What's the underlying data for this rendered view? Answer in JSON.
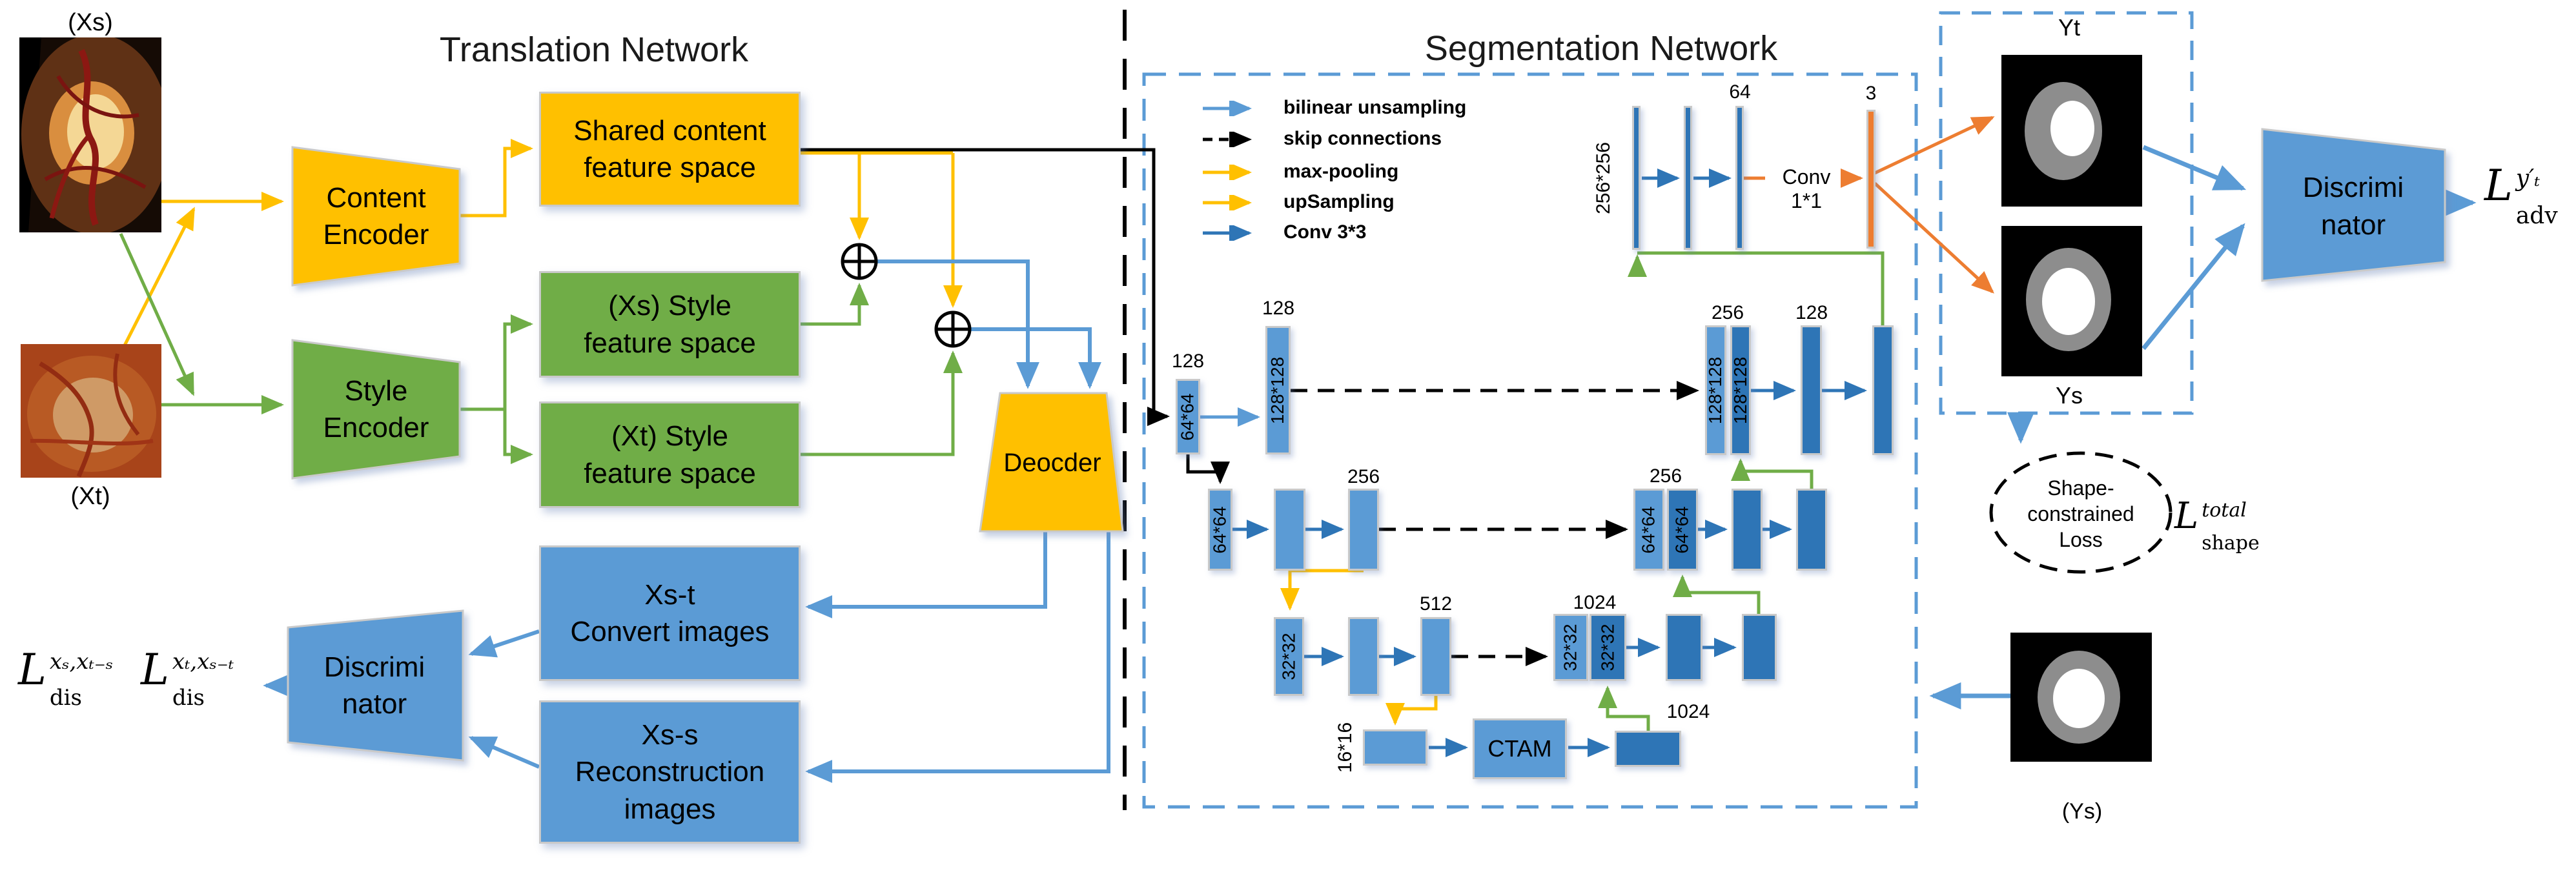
{
  "colors": {
    "yellow": "#FFC000",
    "green": "#70AD47",
    "blue": "#5B9BD5",
    "dark_blue": "#2E75B6",
    "orange": "#ED7D31",
    "dashed_box": "#5B9BD5"
  },
  "translation": {
    "title": "Translation Network",
    "xs_image_label": "(Xs)",
    "xt_image_label": "(Xt)",
    "content_encoder": {
      "line1": "Content",
      "line2": "Encoder"
    },
    "style_encoder": {
      "line1": "Style",
      "line2": "Encoder"
    },
    "shared_content_box": {
      "line1": "Shared content",
      "line2": "feature space"
    },
    "xs_style_box": {
      "line1": "(Xs) Style",
      "line2": "feature space"
    },
    "xt_style_box": {
      "line1": "(Xt) Style",
      "line2": "feature space"
    },
    "convert_box": {
      "line1": "Xs-t",
      "line2": "Convert images"
    },
    "reconstruction_box": {
      "line1": "Xs-s",
      "line2": "Reconstruction",
      "line3": "images"
    },
    "discriminator": {
      "line1": "Discrimi",
      "line2": "nator"
    },
    "decoder_label": "Deocder",
    "loss_dis_1": {
      "base": "L",
      "sup": "xₛ,xₜ₋ₛ",
      "sub": "dis"
    },
    "loss_dis_2": {
      "base": "L",
      "sup": "xₜ,xₛ₋ₜ",
      "sub": "dis"
    }
  },
  "segmentation": {
    "title": "Segmentation Network",
    "legend": [
      {
        "label": "bilinear unsampling",
        "color": "#5B9BD5",
        "style": "solid"
      },
      {
        "label": "skip connections",
        "color": "#000000",
        "style": "dashed"
      },
      {
        "label": "max-pooling",
        "color": "#FFC000",
        "style": "solid"
      },
      {
        "label": "upSampling",
        "color": "#FFC000",
        "style": "solid"
      },
      {
        "label": "Conv 3*3",
        "color": "#2E75B6",
        "style": "solid"
      }
    ],
    "conv1x1_label": "Conv 1*1",
    "ctam_label": "CTAM",
    "dims": {
      "input_channels": "128",
      "input_size": "64*64",
      "up_channels": "128",
      "up_size": "128*128",
      "enc2_channels": "256",
      "enc2_size": "64*64",
      "enc3_channels": "512",
      "enc3_size": "32*32",
      "enc4_size": "16*16",
      "bottleneck_channels": "1024",
      "dec3_channels": "1024",
      "dec3_size": "32*32",
      "dec2_channels": "256",
      "dec2_size": "64*64",
      "dec1_channels": "256",
      "dec1_size": "128*128",
      "dec1_mid_channels": "128",
      "out_size": "256*256",
      "out_channels": "64",
      "final_channels": "3"
    }
  },
  "output": {
    "yt_label": "Yt",
    "ys_label": "Ys",
    "ys_gt_label": "(Ys)",
    "discriminator": {
      "line1": "Discrimi",
      "line2": "nator"
    },
    "loss_adv": {
      "base": "L",
      "sup": "y′ₜ",
      "sub": "adv"
    },
    "shape_loss": {
      "line1": "Shape-",
      "line2": "constrained",
      "line3": "Loss"
    },
    "loss_shape": {
      "base": "L",
      "sup": "total",
      "sub": "shape"
    }
  }
}
